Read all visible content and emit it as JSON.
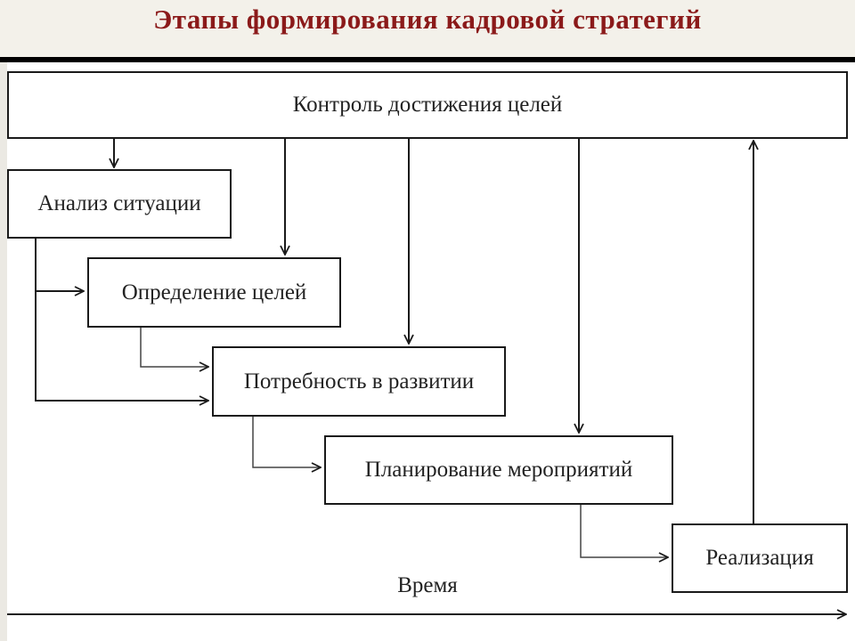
{
  "title": "Этапы формирования кадровой стратегий",
  "boxes": {
    "control": "Контроль достижения целей",
    "analysis": "Анализ ситуации",
    "goals": "Определение целей",
    "needs": "Потребность в развитии",
    "planning": "Планирование мероприятий",
    "realization": "Реализация"
  },
  "axis": {
    "label": "Время"
  },
  "colors": {
    "title": "#8b1a1a",
    "lines": "#1a1a1a",
    "connectors": "#444444"
  }
}
